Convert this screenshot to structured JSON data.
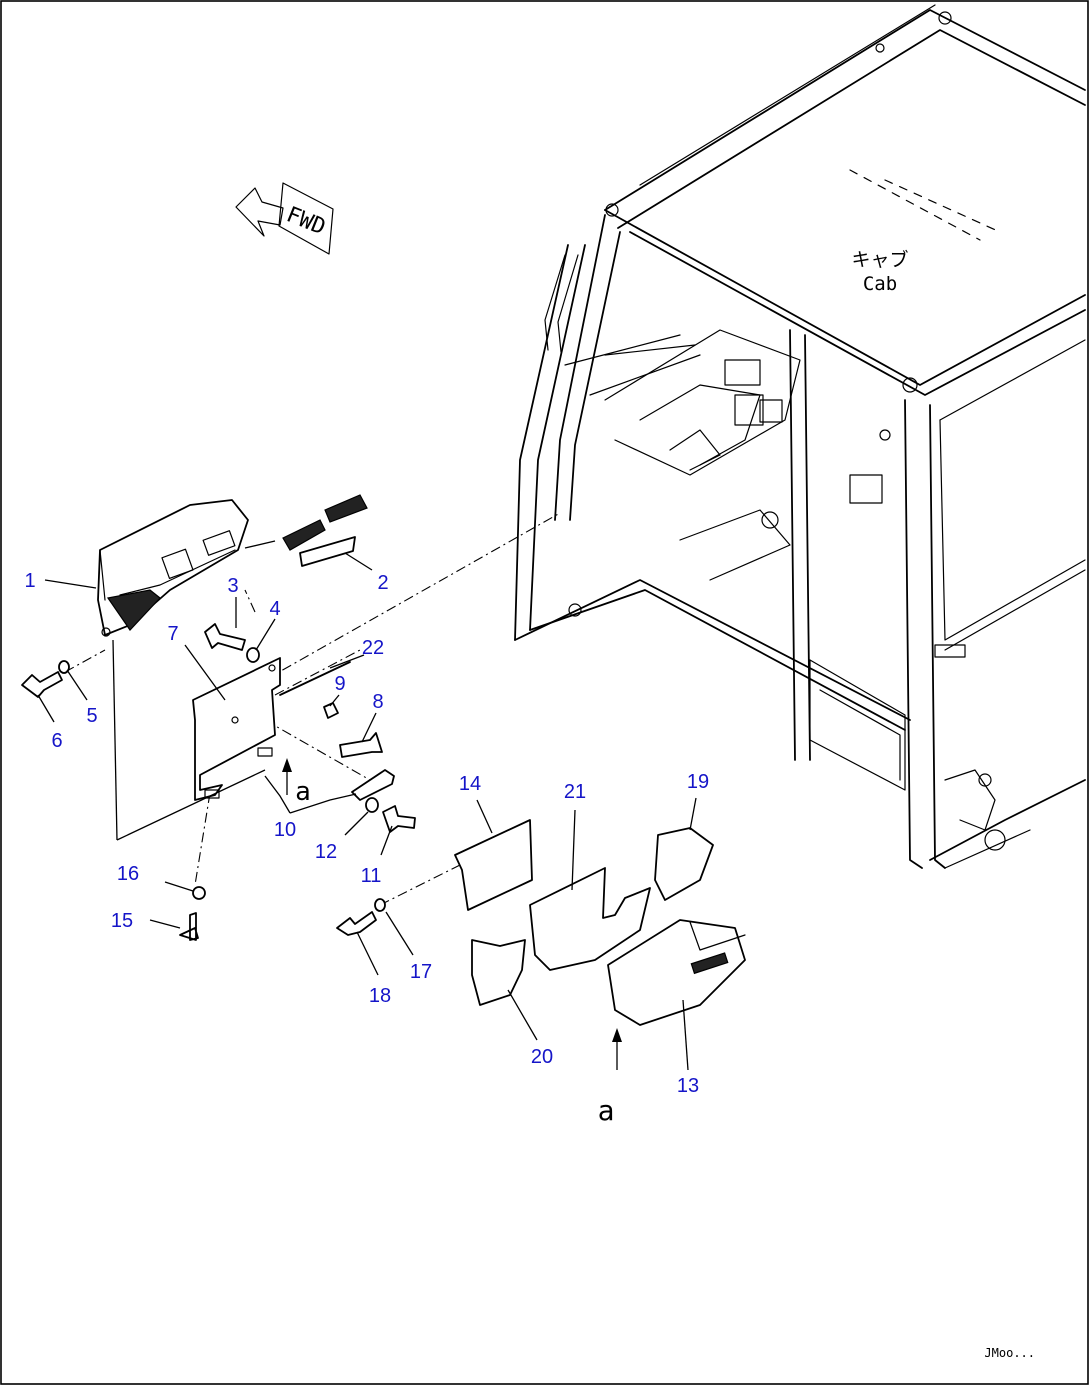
{
  "callouts": [
    {
      "id": "1",
      "label": "1"
    },
    {
      "id": "2",
      "label": "2"
    },
    {
      "id": "3",
      "label": "3"
    },
    {
      "id": "4",
      "label": "4"
    },
    {
      "id": "5",
      "label": "5"
    },
    {
      "id": "6",
      "label": "6"
    },
    {
      "id": "7",
      "label": "7"
    },
    {
      "id": "8",
      "label": "8"
    },
    {
      "id": "9",
      "label": "9"
    },
    {
      "id": "10",
      "label": "10"
    },
    {
      "id": "11",
      "label": "11"
    },
    {
      "id": "12",
      "label": "12"
    },
    {
      "id": "13",
      "label": "13"
    },
    {
      "id": "14",
      "label": "14"
    },
    {
      "id": "15",
      "label": "15"
    },
    {
      "id": "16",
      "label": "16"
    },
    {
      "id": "17",
      "label": "17"
    },
    {
      "id": "18",
      "label": "18"
    },
    {
      "id": "19",
      "label": "19"
    },
    {
      "id": "20",
      "label": "20"
    },
    {
      "id": "21",
      "label": "21"
    },
    {
      "id": "22",
      "label": "22"
    }
  ],
  "callout_color": "#1515c8",
  "fwd_label": "FWD",
  "cab_label_jp": "キャブ",
  "cab_label_en": "Cab",
  "view_markers": [
    "a",
    "a"
  ],
  "drawing_code": "JMoo..."
}
